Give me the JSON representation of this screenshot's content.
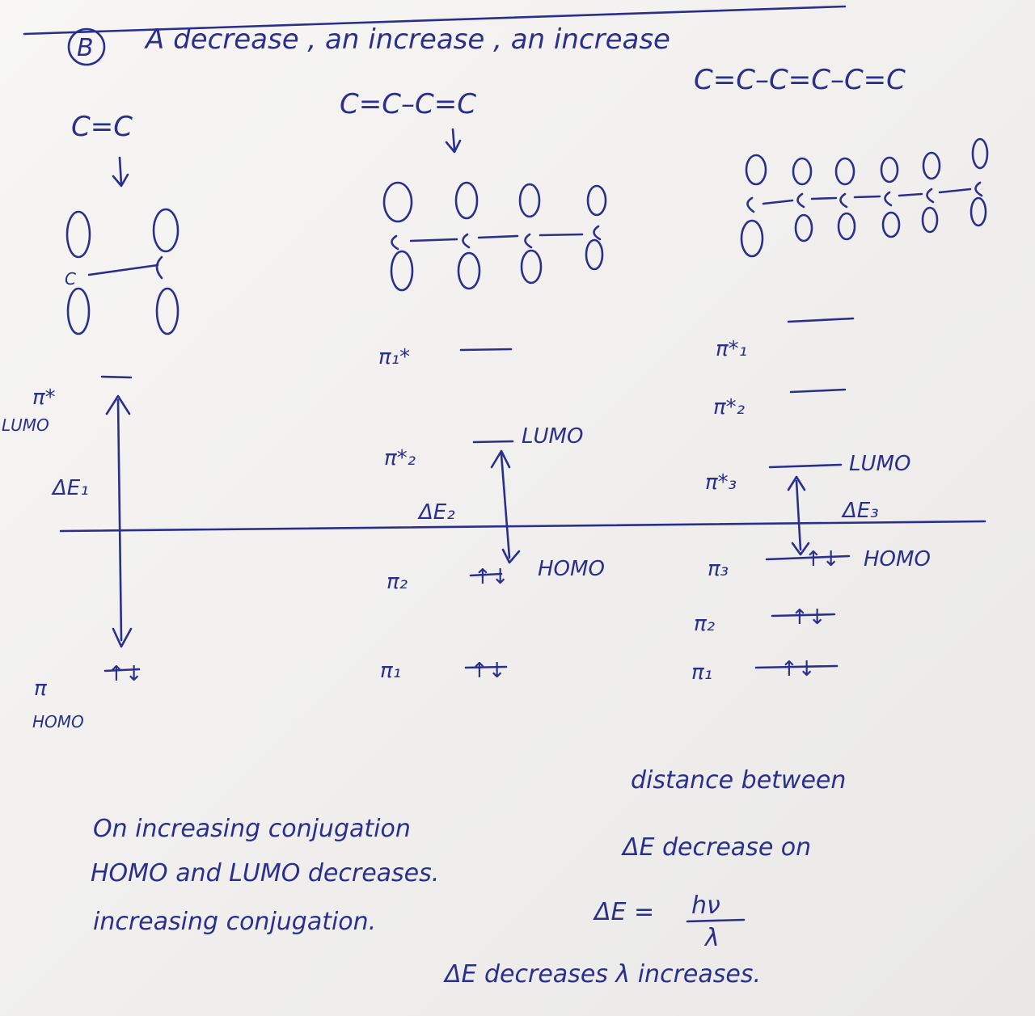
{
  "header": {
    "part_label": "B",
    "answer_text": "A decrease , an increase , an increase"
  },
  "molecules": {
    "ethene": "C=C",
    "butadiene": "C=C–C=C",
    "hexatriene": "C=C–C=C–C=C"
  },
  "diagram1": {
    "pi_star": "π*",
    "lumo": "LUMO",
    "delta": "ΔE₁",
    "pi": "π",
    "homo": "HOMO",
    "carbon": "C",
    "electrons": "↑↓"
  },
  "diagram2": {
    "pi1_star": "π₁*",
    "pi2_star": "π*₂",
    "lumo": "LUMO",
    "delta": "ΔE₂",
    "pi2": "π₂",
    "homo": "HOMO",
    "pi1": "π₁",
    "electrons": "↑↓"
  },
  "diagram3": {
    "pi1_star": "π*₁",
    "pi2_star": "π*₂",
    "pi3_star": "π*₃",
    "lumo": "LUMO",
    "delta": "ΔE₃",
    "pi3": "π₃",
    "homo": "HOMO",
    "pi2": "π₂",
    "pi1": "π₁",
    "electrons": "↑↓"
  },
  "conclusion": {
    "line1a": "On increasing conjugation",
    "line1b": "distance between",
    "line2a": "HOMO and LUMO decreases.",
    "line2b": "ΔE decrease on",
    "line3a": "increasing conjugation.",
    "eq_lhs": "ΔE =",
    "eq_num": "hν",
    "eq_den": "λ",
    "line4": "ΔE decreases λ increases."
  },
  "colors": {
    "ink": "#2a2f8c",
    "paper": "#f4f3f1"
  }
}
